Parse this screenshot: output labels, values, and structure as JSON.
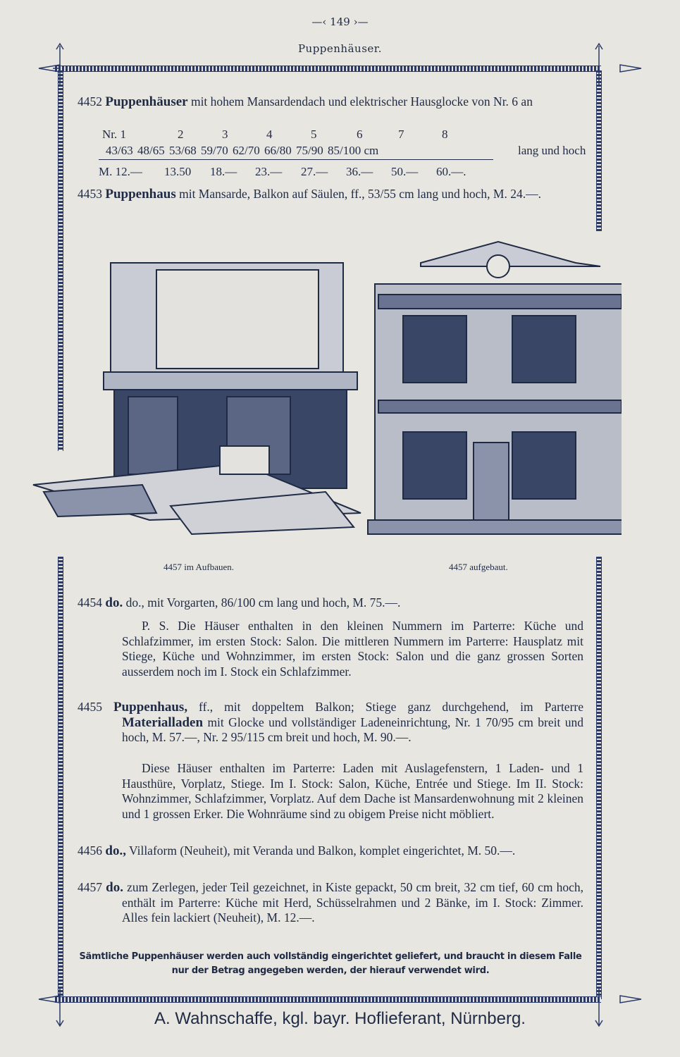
{
  "page_number": "149",
  "running_head": "Puppenhäuser.",
  "entries": {
    "e4452": {
      "num": "4452",
      "title": "Puppenhäuser",
      "text": " mit hohem Mansardendach und elektrischer Hausglocke von Nr. 6 an"
    },
    "table": {
      "sizes_label": "Nr. 1",
      "numbers": [
        "2",
        "3",
        "4",
        "5",
        "6",
        "7",
        "8"
      ],
      "dims": [
        "43/63",
        "48/65",
        "53/68",
        "59/70",
        "62/70",
        "66/80",
        "75/90",
        "85/100 cm"
      ],
      "dims_suffix": "lang und hoch",
      "prices": [
        "M. 12.—",
        "13.50",
        "18.—",
        "23.—",
        "27.—",
        "36.—",
        "50.—",
        "60.—."
      ]
    },
    "e4453": {
      "num": "4453",
      "title": "Puppenhaus",
      "text": " mit Mansarde, Balkon auf Säulen, ff., 53/55 cm lang und hoch, M. 24.—."
    },
    "e4454": {
      "num": "4454",
      "title": "do.",
      "text": " do., mit Vorgarten, 86/100 cm lang und hoch, M. 75.—."
    },
    "ps": "P. S. Die Häuser enthalten in den kleinen Nummern im Parterre: Küche und Schlafzimmer, im ersten Stock: Salon. Die mittleren Nummern im Parterre: Hausplatz mit Stiege, Küche und Wohnzimmer, im ersten Stock: Salon und die ganz grossen Sorten ausserdem noch im I. Stock ein Schlafzimmer.",
    "e4455": {
      "num": "4455",
      "title": "Puppenhaus,",
      "text1": " ff., mit doppeltem Balkon; Stiege ganz durchgehend, im Parterre ",
      "title2": "Materialladen",
      "text2": " mit Glocke und vollständiger Ladeneinrichtung, Nr. 1 70/95 cm breit und hoch, M. 57.—, Nr. 2 95/115 cm breit und hoch, M. 90.—."
    },
    "note4455": "Diese Häuser enthalten im Parterre: Laden mit Auslagefenstern, 1 Laden- und 1 Hausthüre, Vorplatz, Stiege. Im I. Stock: Salon, Küche, Entrée und Stiege. Im II. Stock: Wohnzimmer, Schlafzimmer, Vorplatz. Auf dem Dache ist Mansardenwohnung mit 2 kleinen und 1 grossen Erker. Die Wohnräume sind zu obigem Preise nicht möbliert.",
    "e4456": {
      "num": "4456",
      "title": "do.,",
      "text": " Villaform (Neuheit), mit Veranda und Balkon, komplet eingerichtet, M. 50.—."
    },
    "e4457": {
      "num": "4457",
      "title": "do.",
      "text": " zum Zerlegen, jeder Teil gezeichnet, in Kiste gepackt, 50 cm breit, 32 cm tief, 60 cm hoch, enthält im Parterre: Küche mit Herd, Schüsselrahmen und 2 Bänke, im I. Stock: Zimmer. Alles fein lackiert (Neuheit), M. 12.—."
    }
  },
  "captions": {
    "left": "4457 im Aufbauen.",
    "right": "4457 aufgebaut."
  },
  "notice": "Sämtliche Puppenhäuser werden auch vollständig eingerichtet geliefert, und braucht in diesem Falle nur der Betrag angegeben werden, der hierauf verwendet wird.",
  "footer": "A. Wahnschaffe, kgl. bayr. Hoflieferant, Nürnberg."
}
